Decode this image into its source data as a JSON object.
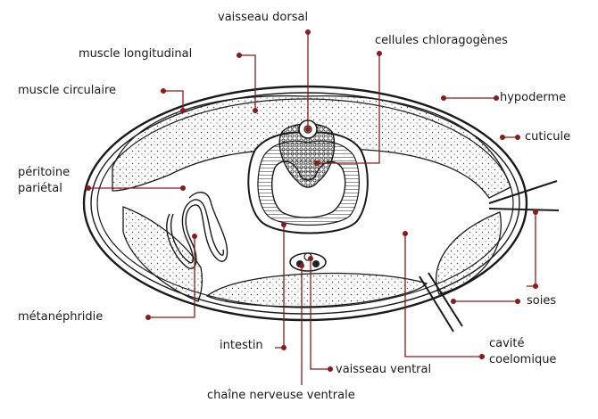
{
  "labels": {
    "vaisseau_dorsal": "vaisseau dorsal",
    "cellules_chloragogenes": "cellules chloragogènes",
    "muscle_longitudinal": "muscle longitudinal",
    "muscle_circulaire": "muscle circulaire",
    "hypoderme": "hypoderme",
    "cuticule": "cuticule",
    "peritoine_line1": "péritoine",
    "peritoine_line2": "pariétal",
    "metanephridie": "métanéphridie",
    "soies": "soies",
    "intestin": "intestin",
    "cavite_line1": "cavité",
    "cavite_line2": "coelomique",
    "vaisseau_ventral": "vaisseau ventral",
    "chaine_nerveuse": "chaîne nerveuse ventrale"
  },
  "colors": {
    "leader": "#8b1a1a",
    "outline": "#1a1a1a",
    "stipple": "#333333"
  }
}
